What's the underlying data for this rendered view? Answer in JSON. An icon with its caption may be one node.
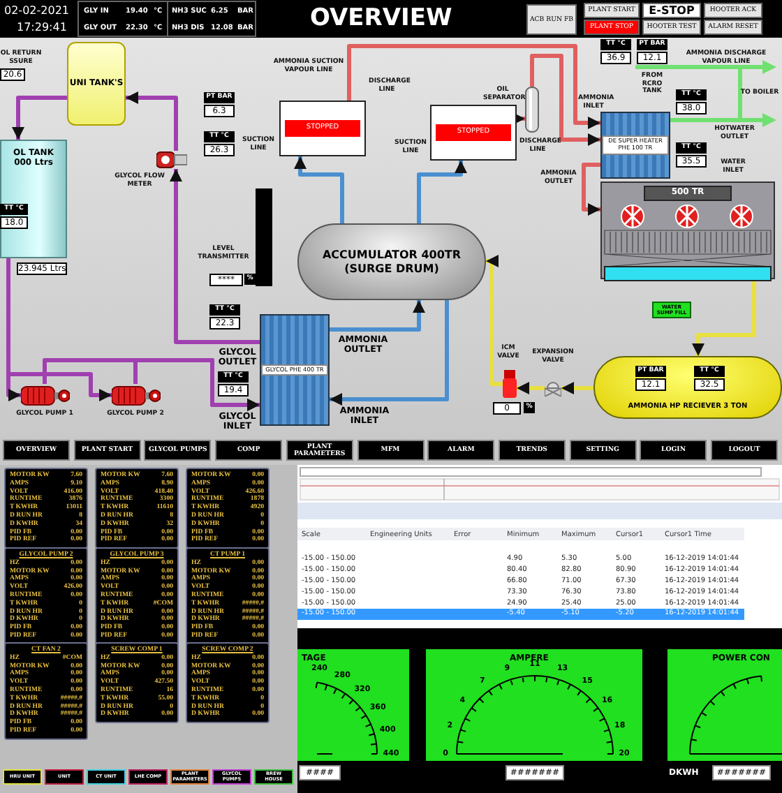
{
  "diagram": {
    "title": "OVERVIEW",
    "nodes": [
      {
        "text": [
          "UNI TANK'S"
        ]
      },
      {
        "text": [
          "OL TANK",
          "000 Ltrs"
        ]
      },
      {
        "text": [
          "ACCUMULATOR 400TR (SURGE DRUM)"
        ]
      },
      {
        "text": [
          "GLYCOL PHE 400 TR"
        ]
      },
      {
        "text": [
          "STOPPED"
        ]
      },
      {
        "text": [
          "STOPPED"
        ]
      },
      {
        "text": [],
        "shape": "picture",
        "beside": [
          "OIL SEPARATOR"
        ]
      },
      {
        "text": [
          "DE SUPER HEATER PHE 100 TR"
        ]
      },
      {
        "text": [
          "500 TR"
        ]
      },
      {
        "text": [
          "WATER SUMP FILL"
        ]
      },
      {
        "text": [
          "AMMONIA HP RECIEVER 3 TON"
        ]
      },
      {
        "text": [],
        "shape": "picture",
        "beside": [
          "ICM VALVE"
        ]
      },
      {
        "text": [],
        "shape": "picture",
        "beside": [
          "EXPANSION VALVE"
        ]
      },
      {
        "text": [],
        "shape": "picture",
        "beside": [
          "GLYCOL PUMP 1"
        ]
      },
      {
        "text": [],
        "shape": "picture",
        "beside": [
          "GLYCOL PUMP 2"
        ]
      },
      {
        "text": [],
        "shape": "picture",
        "beside": [
          "GLYCOL FLOW METER"
        ]
      },
      {
        "text": [],
        "shape": "bar",
        "beside": [
          "LEVEL TRANSMITTER"
        ]
      }
    ],
    "edges": [
      {
        "from": 3,
        "to": 15,
        "arrow": "to",
        "color": "#a040b0"
      },
      {
        "from": 15,
        "to": 0,
        "arrow": "to",
        "color": "#a040b0"
      },
      {
        "from": 0,
        "to": 1,
        "arrow": "to",
        "color": "#a040b0"
      },
      {
        "from": 1,
        "to": 13,
        "arrow": "to",
        "color": "#a040b0"
      },
      {
        "from": 1,
        "to": 14,
        "arrow": "to",
        "color": "#a040b0"
      },
      {
        "from": 13,
        "to": 3,
        "arrow": "to",
        "color": "#a040b0"
      },
      {
        "from": 14,
        "to": 3,
        "arrow": "to",
        "color": "#a040b0"
      },
      {
        "from": 2,
        "to": 4,
        "arrow": "to",
        "color": "#4a90d0"
      },
      {
        "from": 2,
        "to": 5,
        "arrow": "to",
        "color": "#4a90d0"
      },
      {
        "from": 3,
        "to": 2,
        "arrow": "to",
        "color": "#4a90d0"
      },
      {
        "from": 2,
        "to": 3,
        "arrow": "to",
        "color": "#4a90d0"
      },
      {
        "from": 4,
        "to": 7,
        "arrow": "to",
        "color": "#e06060"
      },
      {
        "from": 5,
        "to": 6,
        "arrow": "to",
        "color": "#e06060"
      },
      {
        "from": 6,
        "to": 7,
        "arrow": "to",
        "color": "#e06060"
      },
      {
        "from": 7,
        "to": 8,
        "arrow": "to",
        "color": "#e06060"
      },
      {
        "from": 8,
        "to": 10,
        "arrow": "to",
        "color": "#e8e040"
      },
      {
        "from": 10,
        "to": 12,
        "arrow": "to",
        "color": "#e8e040"
      },
      {
        "from": 12,
        "to": 11,
        "arrow": "to",
        "color": "#e8e040"
      },
      {
        "from": 11,
        "to": 2,
        "arrow": "to",
        "color": "#e8e040"
      }
    ],
    "labels": [
      "02-02-2021",
      "GLY IN",
      "19.40",
      "°C",
      "NH3 SUC",
      "6.25",
      "BAR",
      "17:29:41",
      "GLY OUT",
      "22.30",
      "°C",
      "NH3 DIS",
      "12.08",
      "BAR",
      "ACB RUN FB",
      "PLANT START",
      "E-STOP",
      "HOOTER ACK",
      "PLANT STOP",
      "HOOTER TEST",
      "ALARM RESET",
      "OL RETURN",
      "SSURE",
      "20.6",
      "AMMONIA SUCTION VAPOUR LINE",
      "DISCHARGE LINE",
      "PT BAR",
      "6.3",
      "TT °C",
      "26.3",
      "SUCTION LINE",
      "TT °C",
      "PT BAR",
      "36.9",
      "12.1",
      "AMMONIA DISCHARGE VAPOUR LINE",
      "SUCTION LINE",
      "DISCHARGE LINE",
      "FROM RCRO TANK",
      "AMMONIA INLET",
      "TT °C",
      "38.0",
      "TO BOILER",
      "HOTWATER OUTLET",
      "TT °C",
      "35.5",
      "WATER INLET",
      "AMMONIA OUTLET",
      "TT °C",
      "18.0",
      "23.945 Ltrs",
      "****",
      "%",
      "TT °C",
      "22.3",
      "GLYCOL OUTLET",
      "AMMONIA OUTLET",
      "TT °C",
      "19.4",
      "GLYCOL INLET",
      "AMMONIA INLET",
      "0",
      "%",
      "PT BAR",
      "TT °C",
      "12.1",
      "32.5",
      "OVERVIEW",
      "PLANT START",
      "GLYCOL PUMPS",
      "COMP",
      "PLANT PARAMETERS",
      "MFM",
      "ALARM",
      "TRENDS",
      "SETTING",
      "LOGIN",
      "LOGOUT",
      "MOTOR KW",
      "7.60",
      "AMPS",
      "9.10",
      "VOLT",
      "416.00",
      "RUNTIME",
      "3876",
      "T KWHR",
      "13011",
      "D RUN HR",
      "8",
      "D KWHR",
      "34",
      "PID FB",
      "0.00",
      "PID REF",
      "0.00",
      "MOTOR KW",
      "7.60",
      "AMPS",
      "8.90",
      "VOLT",
      "418.40",
      "RUNTIME",
      "3300",
      "T KWHR",
      "11610",
      "D RUN HR",
      "8",
      "D KWHR",
      "32",
      "PID FB",
      "0.00",
      "PID REF",
      "0.00",
      "MOTOR KW",
      "0.00",
      "AMPS",
      "0.00",
      "VOLT",
      "426.60",
      "RUNTIME",
      "1878",
      "T KWHR",
      "4920",
      "D RUN HR",
      "0",
      "D KWHR",
      "0",
      "PID FB",
      "0.00",
      "PID REF",
      "0.00",
      "GLYCOL PUMP 2",
      "HZ",
      "0.00",
      "MOTOR KW",
      "0.00",
      "AMPS",
      "0.00",
      "VOLT",
      "426.00",
      "RUNTIME",
      "0.00",
      "T KWHR",
      "0",
      "D RUN HR",
      "0",
      "D KWHR",
      "0",
      "PID FB",
      "0.00",
      "PID REF",
      "0.00",
      "GLYCOL PUMP 3",
      "HZ",
      "0.00",
      "MOTOR KW",
      "0.00",
      "AMPS",
      "0.00",
      "VOLT",
      "0.00",
      "RUNTIME",
      "0.00",
      "T KWHR",
      "#COM",
      "D RUN HR",
      "0.00",
      "D KWHR",
      "0.00",
      "PID FB",
      "0.00",
      "PID REF",
      "0.00",
      "CT PUMP 1",
      "HZ",
      "0.00",
      "MOTOR KW",
      "0.00",
      "AMPS",
      "0.00",
      "VOLT",
      "0.00",
      "RUNTIME",
      "0.00",
      "T KWHR",
      "#####.#",
      "D RUN HR",
      "#####.#",
      "D KWHR",
      "#####.#",
      "PID FB",
      "0.00",
      "PID REF",
      "0.00",
      "CT FAN 2",
      "HZ",
      "#COM",
      "MOTOR KW",
      "0.00",
      "AMPS",
      "0.00",
      "VOLT",
      "0.00",
      "RUNTIME",
      "0.00",
      "T KWHR",
      "#####.#",
      "D RUN HR",
      "#####.#",
      "D KWHR",
      "#####.#",
      "PID FB",
      "0.00",
      "PID REF",
      "0.00",
      "SCREW COMP 1",
      "HZ",
      "0.00",
      "MOTOR KW",
      "0.00",
      "AMPS",
      "0.00",
      "VOLT",
      "427.50",
      "RUNTIME",
      "16",
      "T KWHR",
      "55.00",
      "D RUN HR",
      "0",
      "D KWHR",
      "0.00",
      "SCREW COMP 2",
      "HZ",
      "0.00",
      "MOTOR KW",
      "0.00",
      "AMPS",
      "0.00",
      "VOLT",
      "0.00",
      "RUNTIME",
      "0.00",
      "T KWHR",
      "0",
      "D RUN HR",
      "0",
      "D KWHR",
      "0.00",
      "Scale",
      "Engineering Units",
      "Error",
      "Minimum",
      "Maximum",
      "Cursor1",
      "Cursor1 Time",
      "-15.00 - 150.00",
      "4.90",
      "5.30",
      "5.00",
      "16-12-2019 14:01:44",
      "-15.00 - 150.00",
      "80.40",
      "82.80",
      "80.90",
      "16-12-2019 14:01:44",
      "-15.00 - 150.00",
      "66.80",
      "71.00",
      "67.30",
      "16-12-2019 14:01:44",
      "-15.00 - 150.00",
      "73.30",
      "76.30",
      "73.80",
      "16-12-2019 14:01:44",
      "-15.00 - 150.00",
      "24.90",
      "25.40",
      "25.00",
      "16-12-2019 14:01:44",
      "-15.00 - 150.00",
      "-5.40",
      "-5.10",
      "-5.20",
      "16-12-2019 14:01:44",
      "TAGE",
      "240",
      "280",
      "320",
      "360",
      "400",
      "440",
      "AMPERE",
      "0",
      "2",
      "4",
      "7",
      "9",
      "11",
      "13",
      "15",
      "16",
      "18",
      "20",
      "POWER CON",
      "####",
      "#######",
      "DKWH",
      "#######",
      "HRU UNIT",
      "UNIT",
      "CT UNIT",
      "LHE COMP",
      "PLANT PARAMETERS",
      "GLYCOL PUMPS",
      "BREW HOUSE"
    ]
  }
}
